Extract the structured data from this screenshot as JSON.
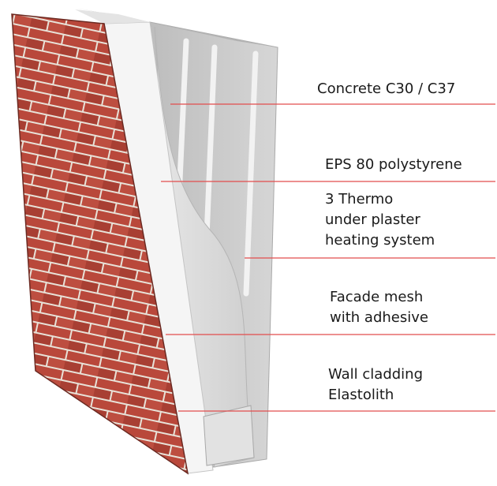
{
  "labels": {
    "concrete": "Concrete C30 / C37",
    "eps": "EPS 80 polystyrene",
    "thermo": [
      "3 Thermo",
      "under plaster",
      "heating system"
    ],
    "mesh": [
      "Facade mesh",
      "with adhesive"
    ],
    "cladding": [
      "Wall cladding",
      "Elastolith"
    ]
  },
  "colors": {
    "brick": "#b8463a",
    "mortar": "#e9e4dc",
    "eps": "#f4f4f4",
    "concrete": "#c9c9c9",
    "leader_line": "#e24d4d"
  }
}
